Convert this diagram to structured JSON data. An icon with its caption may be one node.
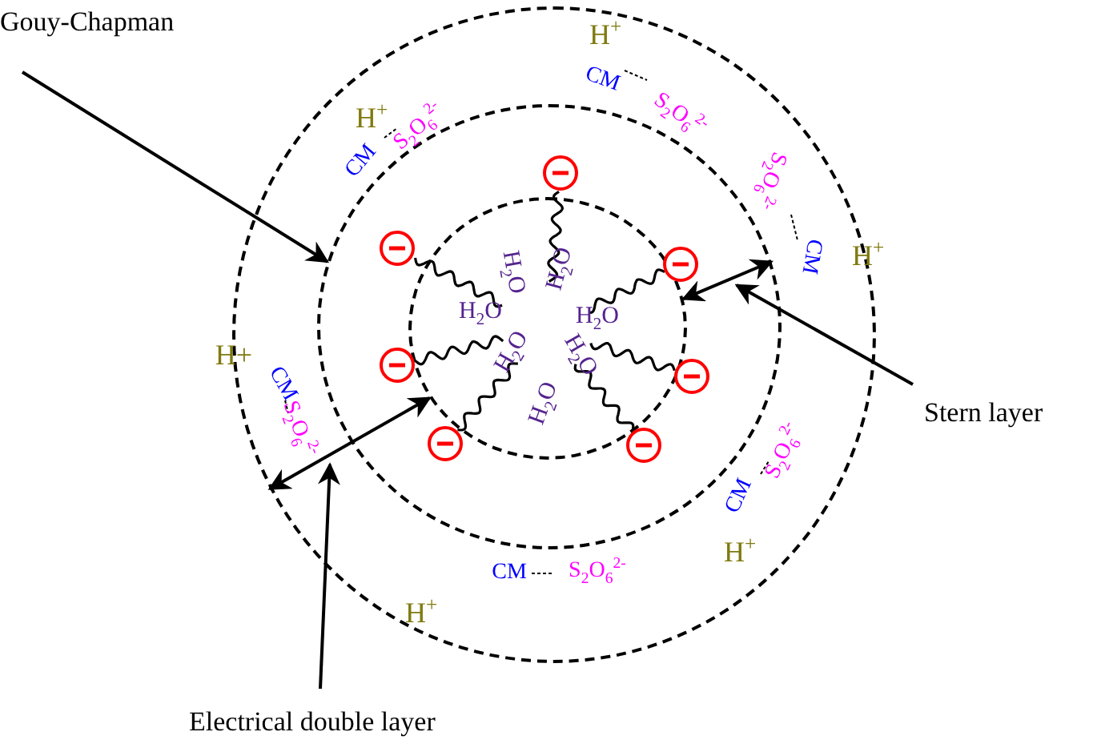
{
  "diagram": {
    "nodes": [
      {
        "text": [],
        "shape": "circle"
      },
      {
        "text": [],
        "shape": "circle",
        "in": 0
      },
      {
        "text": [],
        "shape": "circle",
        "in": 1
      },
      {
        "text": [
          "Gouy-Chapman"
        ]
      },
      {
        "text": [
          "Stern layer"
        ]
      },
      {
        "text": [
          "Electrical double layer"
        ]
      }
    ],
    "edges": [
      {
        "from": 3,
        "to": 1,
        "arrow": "to"
      },
      {
        "from": 2,
        "to": 1,
        "arrow": "both"
      },
      {
        "from": 4,
        "to": 2,
        "arrow": "to"
      },
      {
        "from": 2,
        "to": 0,
        "arrow": "both"
      },
      {
        "from": 5,
        "to": 1,
        "arrow": "to"
      }
    ],
    "labels": [
      "H$^{+}$",
      "CM",
      "H$^{+}$",
      "S$_{2}$O$_{6}$$^{2-}$",
      "S$_{2}$O$_{6}$$^{2-}$",
      "CM",
      "S$_{2}$O$_{6}$$^{2-}$",
      "H$_{2}$O",
      "H$_{2}$O",
      "CM",
      "H$^{+}$",
      "H$_{2}$O",
      "H$_{2}$O",
      "H+",
      "H$_{2}$O",
      "H$_{2}$O",
      "CM",
      "H$_{2}$O",
      "S$_{2}$O$_{6}$$^{2-}$",
      "S$_{2}$O$_{6}$$^{2-}$",
      "CM",
      "H$^{+}$",
      "CM",
      "S$_{2}$O$_{6}$$^{2-}$",
      "H$^{+}$"
    ]
  }
}
